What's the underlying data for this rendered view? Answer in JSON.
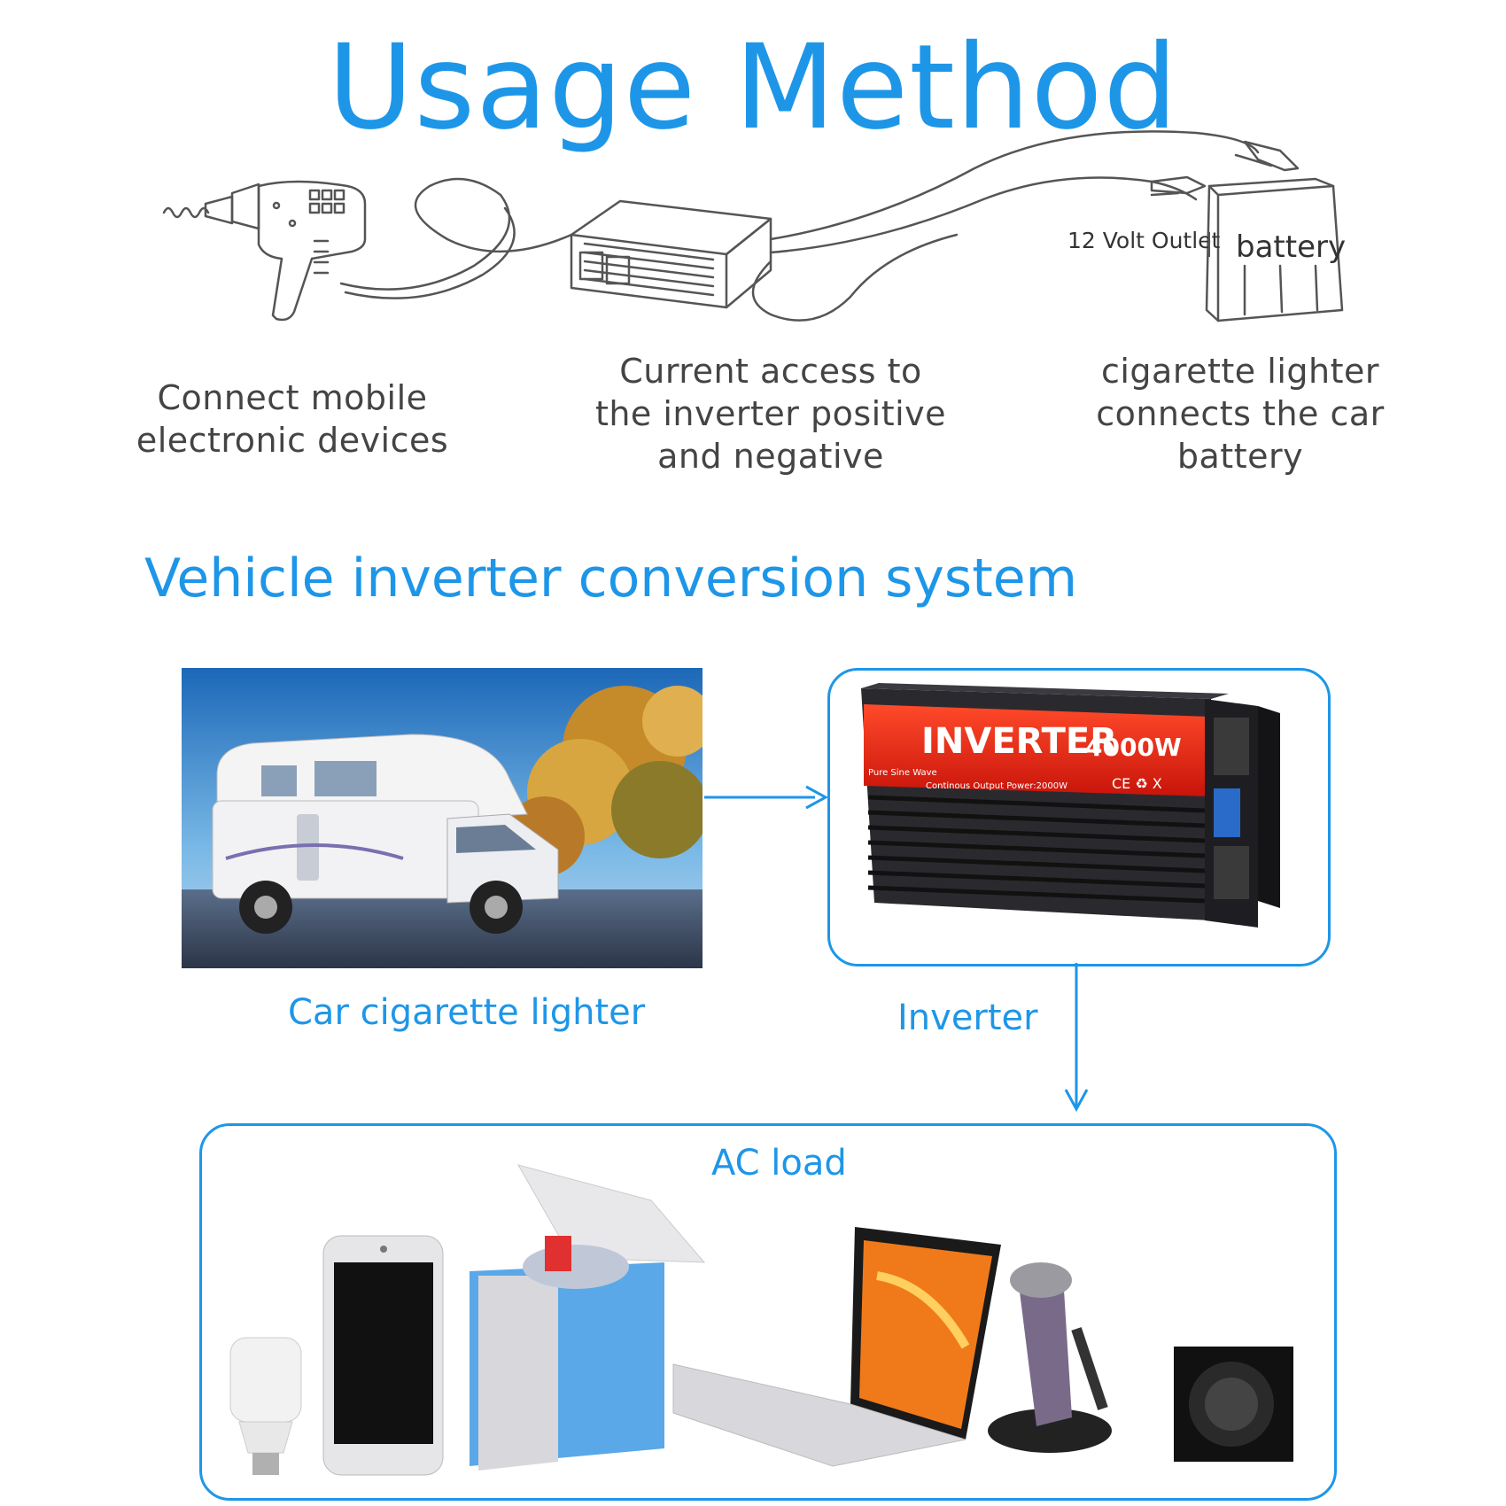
{
  "title": "Usage Method",
  "sketch": {
    "outlet_label": "12 Volt Outlet",
    "battery_label": "battery"
  },
  "steps": [
    "Connect mobile\nelectronic devices",
    "Current access to\nthe inverter positive\nand negative",
    "cigarette lighter\nconnects the car\nbattery"
  ],
  "subtitle": "Vehicle inverter conversion system",
  "car_label": "Car cigarette lighter",
  "inverter": {
    "label": "Inverter",
    "brand": "INVERTER",
    "power": "4000W",
    "tagline": "Pure Sine Wave",
    "spec": "Continous Output Power:2000W",
    "marks": "CE ♻ X"
  },
  "ac_load_label": "AC load",
  "colors": {
    "accent": "#1e96e8",
    "inverter_red": "#e02a1c",
    "cooler_blue": "#5aa8e8"
  },
  "load_icons": [
    "bulb-icon",
    "phone-icon",
    "cooler-icon",
    "laptop-icon",
    "shaver-icon",
    "speaker-icon"
  ]
}
